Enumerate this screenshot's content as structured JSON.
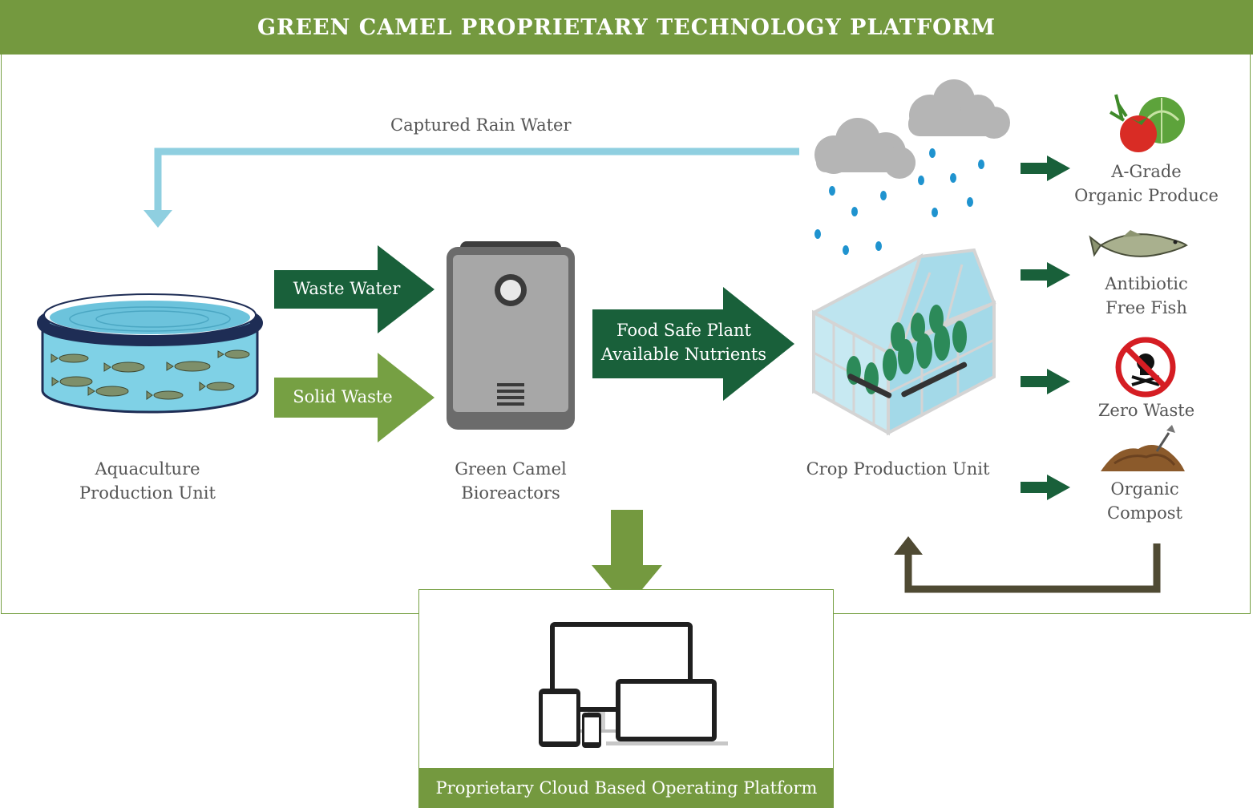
{
  "header": {
    "title": "GREEN CAMEL PROPRIETARY TECHNOLOGY PLATFORM"
  },
  "labels": {
    "captured_rain_water": "Captured Rain Water",
    "aquaculture_line1": "Aquaculture",
    "aquaculture_line2": "Production Unit",
    "bioreactors_line1": "Green Camel",
    "bioreactors_line2": "Bioreactors",
    "crop_production_unit": "Crop Production Unit"
  },
  "flows": {
    "waste_water": "Waste Water",
    "solid_waste": "Solid Waste",
    "nutrients_line1": "Food Safe Plant",
    "nutrients_line2": "Available Nutrients"
  },
  "outputs": [
    {
      "line1": "A-Grade",
      "line2": "Organic Produce",
      "icon": "produce-icon"
    },
    {
      "line1": "Antibiotic",
      "line2": "Free Fish",
      "icon": "fish-icon"
    },
    {
      "line1": "Zero Waste",
      "line2": "",
      "icon": "no-waste-icon"
    },
    {
      "line1": "Organic",
      "line2": "Compost",
      "icon": "compost-icon"
    }
  ],
  "platform": {
    "label": "Proprietary Cloud Based Operating Platform",
    "icon": "devices-icon"
  },
  "colors": {
    "brand_green": "#74993f",
    "dark_green": "#19603a",
    "light_green": "#76a043",
    "rain_blue": "#8fcfe0",
    "compost_brown": "#4f4a33"
  }
}
